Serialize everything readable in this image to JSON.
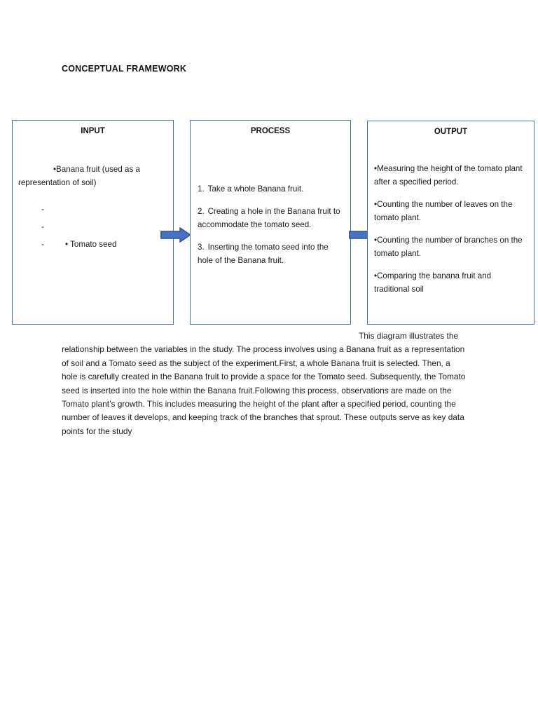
{
  "document": {
    "title": "CONCEPTUAL FRAMEWORK"
  },
  "colors": {
    "box_border": "#4472C4",
    "arrow_fill": "#4472C4",
    "arrow_outline": "#2E528F",
    "text": "#1A1A1A"
  },
  "diagram": {
    "boxes": [
      {
        "id": "input",
        "title": "INPUT",
        "lead": "•Banana fruit (used as a representation of soil)",
        "dash_items": [
          {
            "mark": "-",
            "text": ""
          },
          {
            "mark": "-",
            "text": ""
          },
          {
            "mark": "-",
            "text": "• Tomato seed"
          }
        ]
      },
      {
        "id": "process",
        "title": "PROCESS",
        "steps": [
          {
            "number": "1.",
            "text": "Take a whole Banana fruit."
          },
          {
            "number": "2.",
            "text": "Creating a hole in the Banana fruit to accommodate the tomato seed."
          },
          {
            "number": "3.",
            "text": "Inserting the tomato seed into the hole of the Banana fruit."
          }
        ]
      },
      {
        "id": "output",
        "title": "OUTPUT",
        "bullets": [
          {
            "bullet": "•",
            "text": "Measuring the height of the tomato plant after a specified period."
          },
          {
            "bullet": "•",
            "text": "Counting the number of leaves on the tomato plant."
          },
          {
            "bullet": "•",
            "text": "Counting the number of branches on the tomato plant."
          },
          {
            "bullet": "•",
            "text": "Comparing the banana fruit and traditional soil"
          }
        ]
      }
    ],
    "arrows": [
      {
        "id": "input-to-process",
        "label": "arrow from input to process"
      },
      {
        "id": "process-to-output",
        "label": "arrow from process to output"
      }
    ]
  },
  "description": {
    "text": "This diagram illustrates the relationship between the variables in the study. The process involves using a Banana fruit as a representation of soil and a Tomato seed as the subject of the experiment.First, a whole Banana fruit is selected. Then, a hole is carefully created in the Banana fruit to provide a space for the Tomato seed. Subsequently, the Tomato seed is inserted into the hole within the Banana fruit.Following this process, observations are made on the Tomato plant’s growth. This includes measuring the height of the plant after a specified period, counting the number of leaves it develops, and keeping track of the branches that sprout. These outputs serve as key data points for the study"
  }
}
